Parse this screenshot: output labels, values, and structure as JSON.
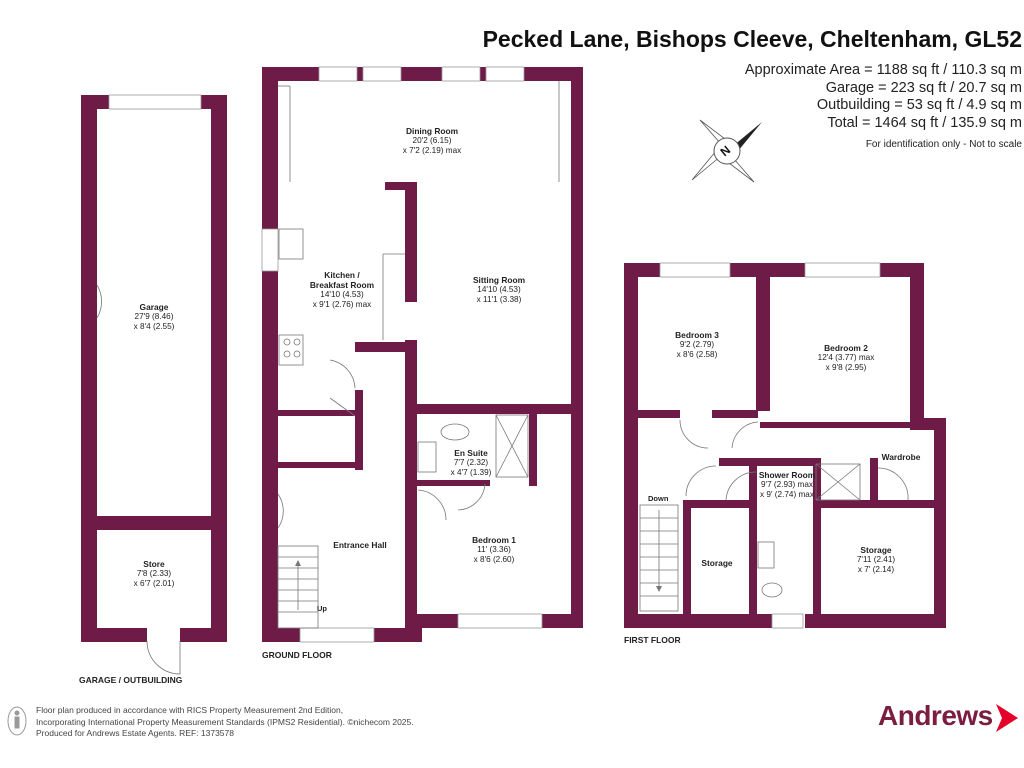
{
  "header": {
    "title": "Pecked Lane, Bishops Cleeve, Cheltenham, GL52",
    "area_lines": [
      "Approximate Area = 1188 sq ft / 110.3 sq m",
      "Garage = 223 sq ft / 20.7 sq m",
      "Outbuilding = 53 sq ft / 4.9 sq m",
      "Total = 1464 sq ft / 135.9 sq m"
    ],
    "note": "For identification only - Not to scale"
  },
  "compass": {
    "letter": "N"
  },
  "rooms": {
    "garage": {
      "name": "Garage",
      "dim1": "27'9 (8.46)",
      "dim2": "x 8'4 (2.55)"
    },
    "store": {
      "name": "Store",
      "dim1": "7'8 (2.33)",
      "dim2": "x 6'7 (2.01)"
    },
    "dining": {
      "name": "Dining Room",
      "dim1": "20'2 (6.15)",
      "dim2": "x 7'2 (2.19) max"
    },
    "kitchen": {
      "name1": "Kitchen /",
      "name2": "Breakfast Room",
      "dim1": "14'10 (4.53)",
      "dim2": "x 9'1 (2.76) max"
    },
    "sitting": {
      "name": "Sitting Room",
      "dim1": "14'10 (4.53)",
      "dim2": "x 11'1 (3.38)"
    },
    "ensuite": {
      "name": "En Suite",
      "dim1": "7'7 (2.32)",
      "dim2": "x 4'7 (1.39)"
    },
    "hall": {
      "name": "Entrance Hall"
    },
    "bedroom1": {
      "name": "Bedroom 1",
      "dim1": "11' (3.36)",
      "dim2": "x 8'6 (2.60)"
    },
    "bedroom3": {
      "name": "Bedroom 3",
      "dim1": "9'2 (2.79)",
      "dim2": "x 8'6 (2.58)"
    },
    "bedroom2": {
      "name": "Bedroom 2",
      "dim1": "12'4 (3.77) max",
      "dim2": "x 9'8 (2.95)"
    },
    "shower": {
      "name": "Shower Room",
      "dim1": "9'7 (2.93) max",
      "dim2": "x 9' (2.74) max"
    },
    "wardrobe": {
      "name": "Wardrobe"
    },
    "storage_left": {
      "name": "Storage"
    },
    "storage_right": {
      "name": "Storage",
      "dim1": "7'11 (2.41)",
      "dim2": "x 7' (2.14)"
    }
  },
  "labels": {
    "up": "Up",
    "down": "Down",
    "ground_floor": "GROUND FLOOR",
    "first_floor": "FIRST FLOOR",
    "garage_outbuilding": "GARAGE / OUTBUILDING"
  },
  "footer": {
    "lines": [
      "Floor plan produced in accordance with RICS Property Measurement 2nd Edition,",
      "Incorporating International Property Measurement Standards (IPMS2 Residential).  ©nichecom 2025.",
      "Produced for Andrews Estate Agents.   REF: 1373578"
    ]
  },
  "brand": {
    "name": "Andrews"
  },
  "colors": {
    "wall": "#6e1b48",
    "brand": "#7a1d3f"
  }
}
